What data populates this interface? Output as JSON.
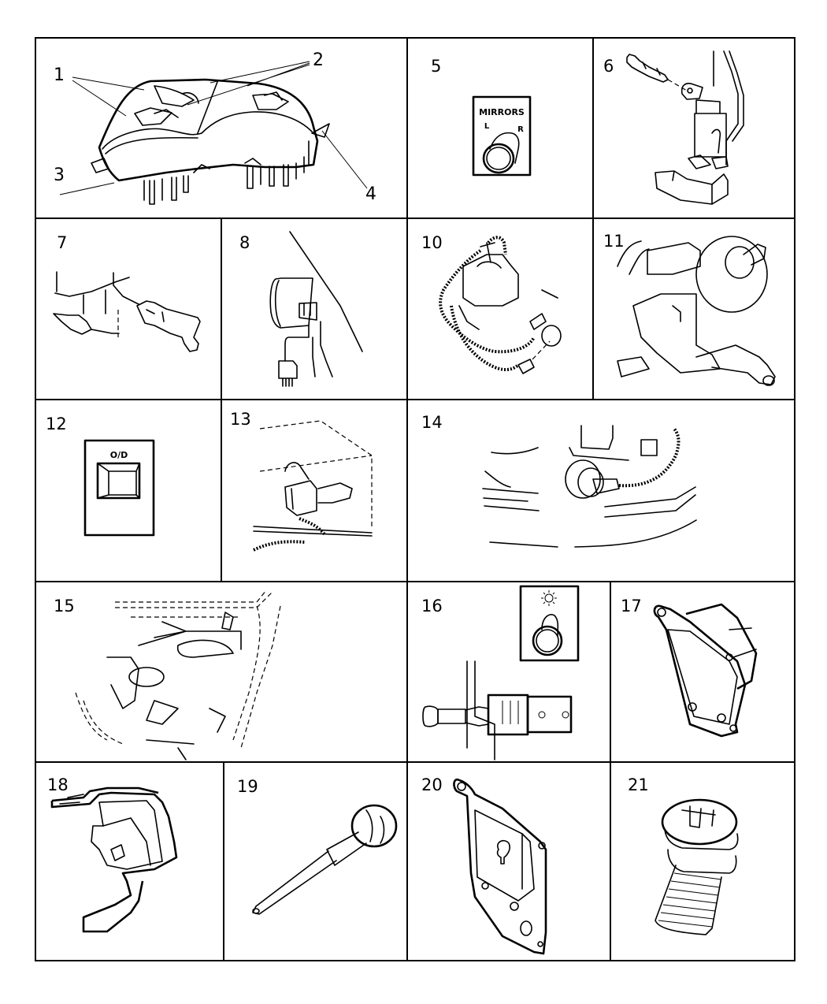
{
  "diagram": {
    "type": "parts-exploded-view",
    "grid_color": "#000000",
    "background": "#ffffff"
  },
  "cells": [
    {
      "id": "c1",
      "label": "",
      "callouts": [
        "1",
        "2",
        "3",
        "4"
      ],
      "depicts": "instrument-cluster-housing"
    },
    {
      "id": "c5",
      "label": "5",
      "depicts": "mirror-switch"
    },
    {
      "id": "c6",
      "label": "6",
      "depicts": "switch-with-bracket"
    },
    {
      "id": "c7",
      "label": "7",
      "depicts": "connector-switch"
    },
    {
      "id": "c8",
      "label": "8",
      "depicts": "sensor-with-connector"
    },
    {
      "id": "c10",
      "label": "10",
      "depicts": "transmission-switch-harness"
    },
    {
      "id": "c11",
      "label": "11",
      "depicts": "steering-column-switch"
    },
    {
      "id": "c12",
      "label": "12",
      "depicts": "overdrive-switch"
    },
    {
      "id": "c13",
      "label": "13",
      "depicts": "relay-module"
    },
    {
      "id": "c14",
      "label": "14",
      "depicts": "sensor-connector-harness"
    },
    {
      "id": "c15",
      "label": "15",
      "depicts": "body-panel-wiring"
    },
    {
      "id": "c16",
      "label": "16",
      "depicts": "headlamp-switch"
    },
    {
      "id": "c17",
      "label": "17",
      "depicts": "switch-bezel"
    },
    {
      "id": "c18",
      "label": "18",
      "depicts": "connector-bracket"
    },
    {
      "id": "c19",
      "label": "19",
      "depicts": "switch-knob-shaft"
    },
    {
      "id": "c20",
      "label": "20",
      "depicts": "mounting-plate"
    },
    {
      "id": "c21",
      "label": "21",
      "depicts": "threaded-plug"
    }
  ],
  "plates": {
    "mirrors": {
      "title": "MIRRORS",
      "left": "L",
      "right": "R"
    },
    "overdrive": {
      "title": "O/D"
    },
    "headlamp": {
      "icon": "headlamp-sun-icon"
    }
  },
  "callouts": {
    "c1": {
      "one": "1",
      "two": "2",
      "three": "3",
      "four": "4"
    }
  }
}
